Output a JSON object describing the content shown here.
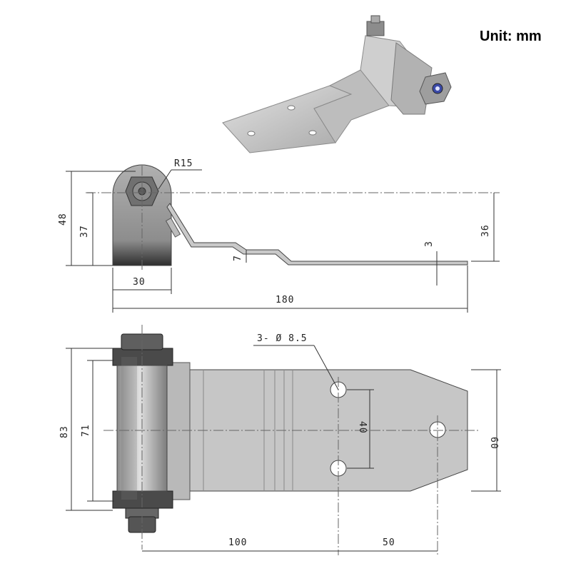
{
  "header": {
    "unit": "Unit: mm"
  },
  "colors": {
    "metal_light": "#c8c8c8",
    "metal_mid": "#a9a9a9",
    "metal_dark": "#555555",
    "bolt": "#6f6f6f",
    "nut_insert": "#3b4aa8"
  },
  "dimensions": {
    "side_view": {
      "radius": "R15",
      "total_height": "48",
      "pivot_height": "37",
      "plate_height": "36",
      "offset": "7",
      "thickness": "3",
      "knuckle_width": "30",
      "total_length": "180"
    },
    "top_view": {
      "holes": "3- Ø 8.5",
      "total_width": "83",
      "barrel_width": "71",
      "plate_width": "60",
      "hole_spacing": "40",
      "to_holes": "100",
      "hole_pitch": "50"
    }
  }
}
